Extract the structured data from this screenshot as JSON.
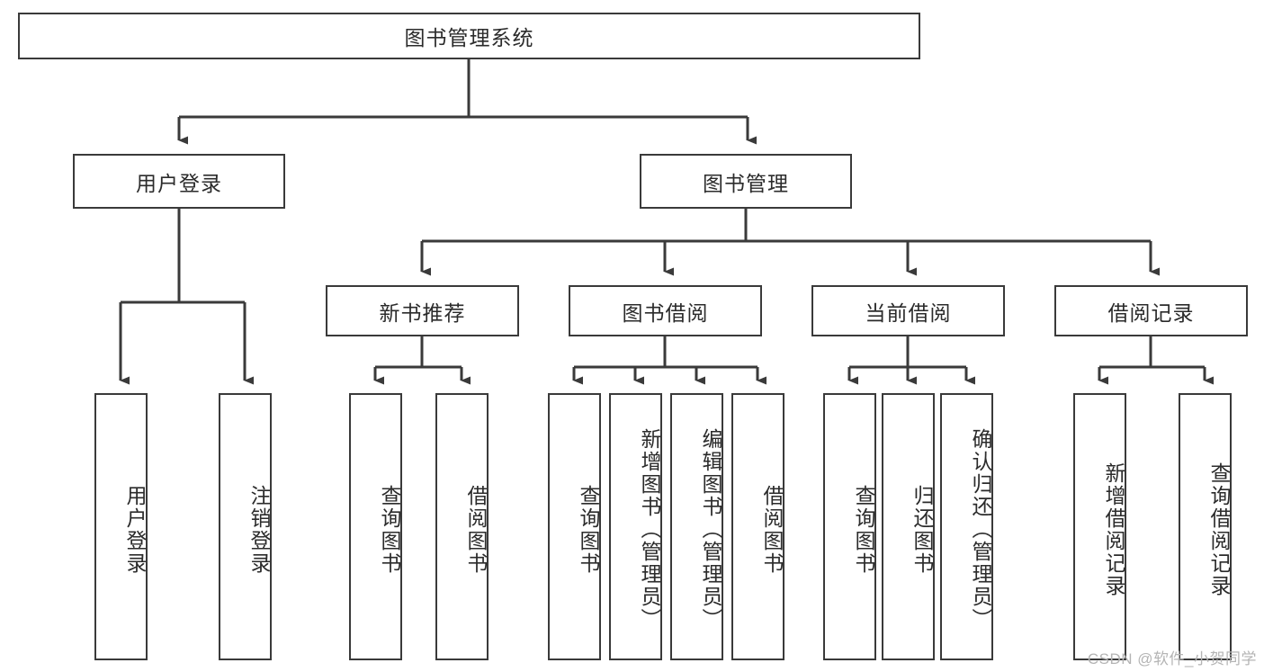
{
  "diagram": {
    "title": "图书管理系统",
    "type": "tree",
    "watermark": "CSDN @软件_小贺同学",
    "line_color": "#3a3a3a",
    "box_fill": "#ffffff",
    "text_color": "#2b2b2b",
    "watermark_color": "#b4b4b4"
  },
  "nodes": {
    "root": {
      "label": "图书管理系统",
      "level": 1,
      "orientation": "horizontal"
    },
    "l2": [
      {
        "id": "user-login",
        "label": "用户登录",
        "level": 2,
        "orientation": "horizontal"
      },
      {
        "id": "book-manage",
        "label": "图书管理",
        "level": 2,
        "orientation": "horizontal"
      }
    ],
    "l3": [
      {
        "id": "new-book-rec",
        "label": "新书推荐",
        "level": 3,
        "orientation": "horizontal",
        "parent": "book-manage"
      },
      {
        "id": "book-borrow",
        "label": "图书借阅",
        "level": 3,
        "orientation": "horizontal",
        "parent": "book-manage"
      },
      {
        "id": "current-borrow",
        "label": "当前借阅",
        "level": 3,
        "orientation": "horizontal",
        "parent": "book-manage"
      },
      {
        "id": "borrow-record",
        "label": "借阅记录",
        "level": 3,
        "orientation": "horizontal",
        "parent": "book-manage"
      }
    ],
    "leaves": [
      {
        "id": "leaf-user-login",
        "label": "用户登录",
        "parent": "user-login"
      },
      {
        "id": "leaf-logout",
        "label": "注销登录",
        "parent": "user-login"
      },
      {
        "id": "leaf-query-book-1",
        "label": "查询图书",
        "parent": "new-book-rec"
      },
      {
        "id": "leaf-borrow-book-1",
        "label": "借阅图书",
        "parent": "new-book-rec"
      },
      {
        "id": "leaf-query-book-2",
        "label": "查询图书",
        "parent": "book-borrow"
      },
      {
        "id": "leaf-add-book",
        "label": "新增图书（管理员）",
        "parent": "book-borrow"
      },
      {
        "id": "leaf-edit-book",
        "label": "编辑图书（管理员）",
        "parent": "book-borrow"
      },
      {
        "id": "leaf-borrow-book-2",
        "label": "借阅图书",
        "parent": "book-borrow"
      },
      {
        "id": "leaf-query-book-3",
        "label": "查询图书",
        "parent": "current-borrow"
      },
      {
        "id": "leaf-return-book",
        "label": "归还图书",
        "parent": "current-borrow"
      },
      {
        "id": "leaf-confirm-return",
        "label": "确认归还（管理员）",
        "parent": "current-borrow"
      },
      {
        "id": "leaf-add-record",
        "label": "新增借阅记录",
        "parent": "borrow-record"
      },
      {
        "id": "leaf-query-record",
        "label": "查询借阅记录",
        "parent": "borrow-record"
      }
    ]
  }
}
